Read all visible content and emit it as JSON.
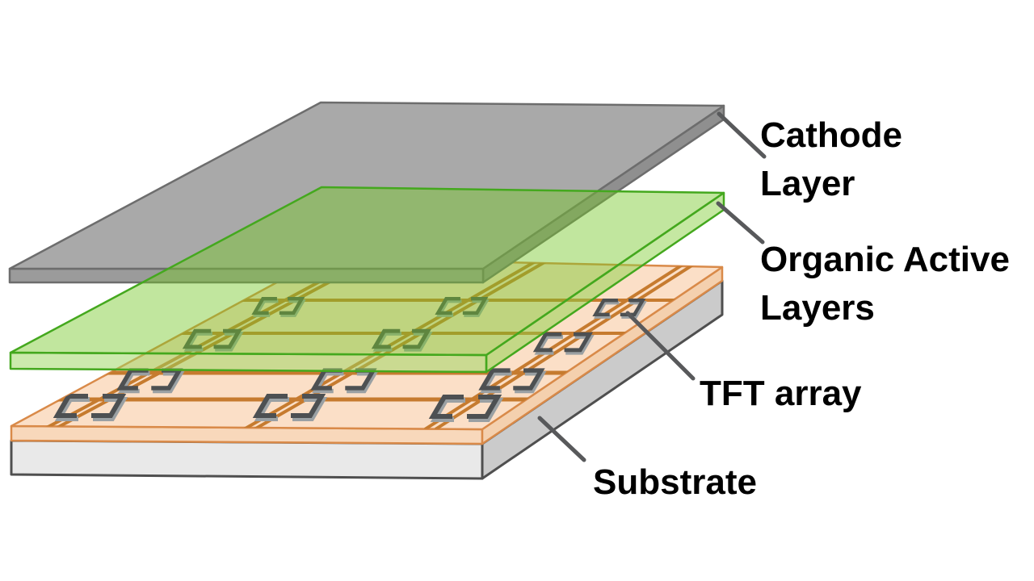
{
  "labels": {
    "cathode": {
      "line1": "Cathode",
      "line2": "Layer"
    },
    "organic": {
      "line1": "Organic Active",
      "line2": "Layers"
    },
    "tft": {
      "line1": "TFT array"
    },
    "substrate": {
      "line1": "Substrate"
    }
  },
  "layers": {
    "cathode": {
      "name": "Cathode Layer",
      "top": "#a9a9a9",
      "front": "#9b9b9b",
      "side": "#8f8f8f",
      "outline": "#6d6d6d"
    },
    "organic": {
      "name": "Organic Active Layers",
      "top": "rgba(118,200,40,0.45)",
      "front": "rgba(154,214,92,0.50)",
      "side": "rgba(140,210,70,0.50)",
      "outline": "#44a81e"
    },
    "tft": {
      "name": "TFT array",
      "top": "#fbdfc7",
      "front": "#f8d8bb",
      "side": "#f4d0ae",
      "outline": "#d98a49",
      "line_color": "#c67b2f",
      "bracket_color": "#4d5052",
      "bracket_shadow": "#9aa0a3"
    },
    "substrate": {
      "name": "Substrate",
      "front": "#e9e9e9",
      "side": "#cbcbcb",
      "outline": "#4f4f4f"
    }
  },
  "leader_color": "#58595b",
  "text_color": "#000000",
  "background": "#ffffff"
}
